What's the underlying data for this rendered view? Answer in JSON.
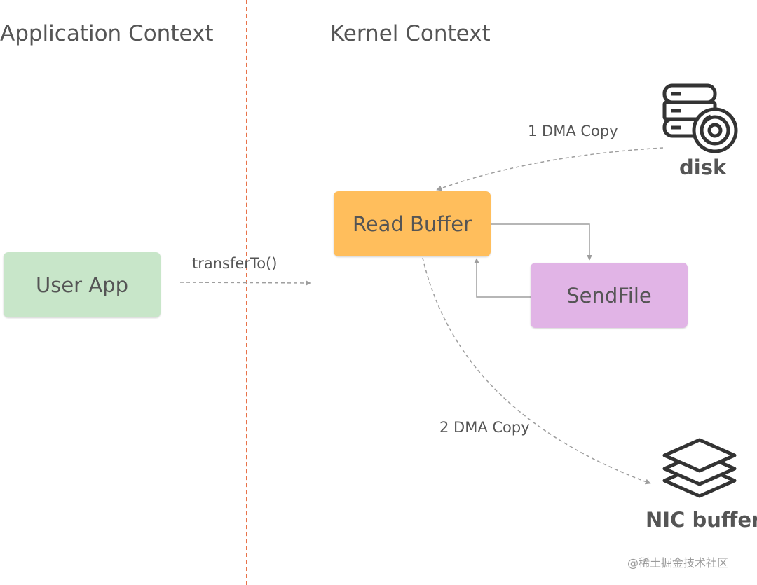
{
  "titles": {
    "application": "Application Context",
    "kernel": "Kernel Context"
  },
  "nodes": {
    "user_app": "User App",
    "read_buffer": "Read Buffer",
    "sendfile": "SendFile"
  },
  "edges": {
    "transfer": "transferTo()",
    "dma1": "1 DMA Copy",
    "dma2": "2 DMA Copy"
  },
  "icons": {
    "disk": {
      "name": "disk-icon",
      "label": "disk"
    },
    "nic": {
      "name": "stacked-layers-icon",
      "label": "NIC buffer"
    }
  },
  "watermark": "@稀土掘金技术社区",
  "colors": {
    "divider": "#e8734a",
    "user_app": "#c8e6c9",
    "read_buffer": "#ffbe5c",
    "sendfile": "#e1b4e6",
    "arrow": "#9e9e9e",
    "text": "#555555"
  }
}
